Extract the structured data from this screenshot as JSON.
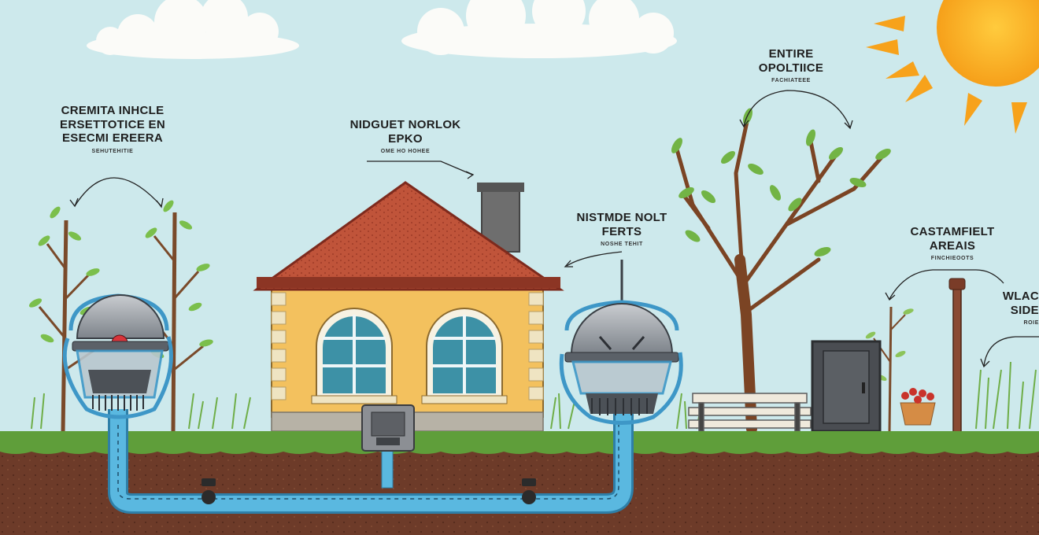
{
  "labels": {
    "left": {
      "lines": [
        "CREMITA INHCLE",
        "ERSETTOTICE EN",
        "ESECMI EREERA"
      ],
      "sub": "SEHUTEHITIE"
    },
    "house": {
      "lines": [
        "NIDGUET NORLOK",
        "EPKO"
      ],
      "sub": "OME HO HOHEE"
    },
    "mid": {
      "lines": [
        "NISTMDE NOLT",
        "FERTS"
      ],
      "sub": "NOSHE TEHIT"
    },
    "tree": {
      "lines": [
        "ENTIRE",
        "OPOLTIICE"
      ],
      "sub": "FACHIATEEE"
    },
    "right": {
      "lines": [
        "CASTAMFIELT",
        "AREAIS"
      ],
      "sub": "FINCHIEOOTS"
    },
    "right_edge": {
      "lines": [
        "WLAC",
        "SIDE"
      ],
      "sub": "ROIE"
    }
  },
  "colors": {
    "sky": "#cde9ec",
    "grass": "#5f9e3a",
    "soil": "#6b3a28",
    "pipe": "#5ab8e0",
    "roof": "#b94a32",
    "wall": "#f3c15e",
    "sun": "#f7a21b"
  }
}
